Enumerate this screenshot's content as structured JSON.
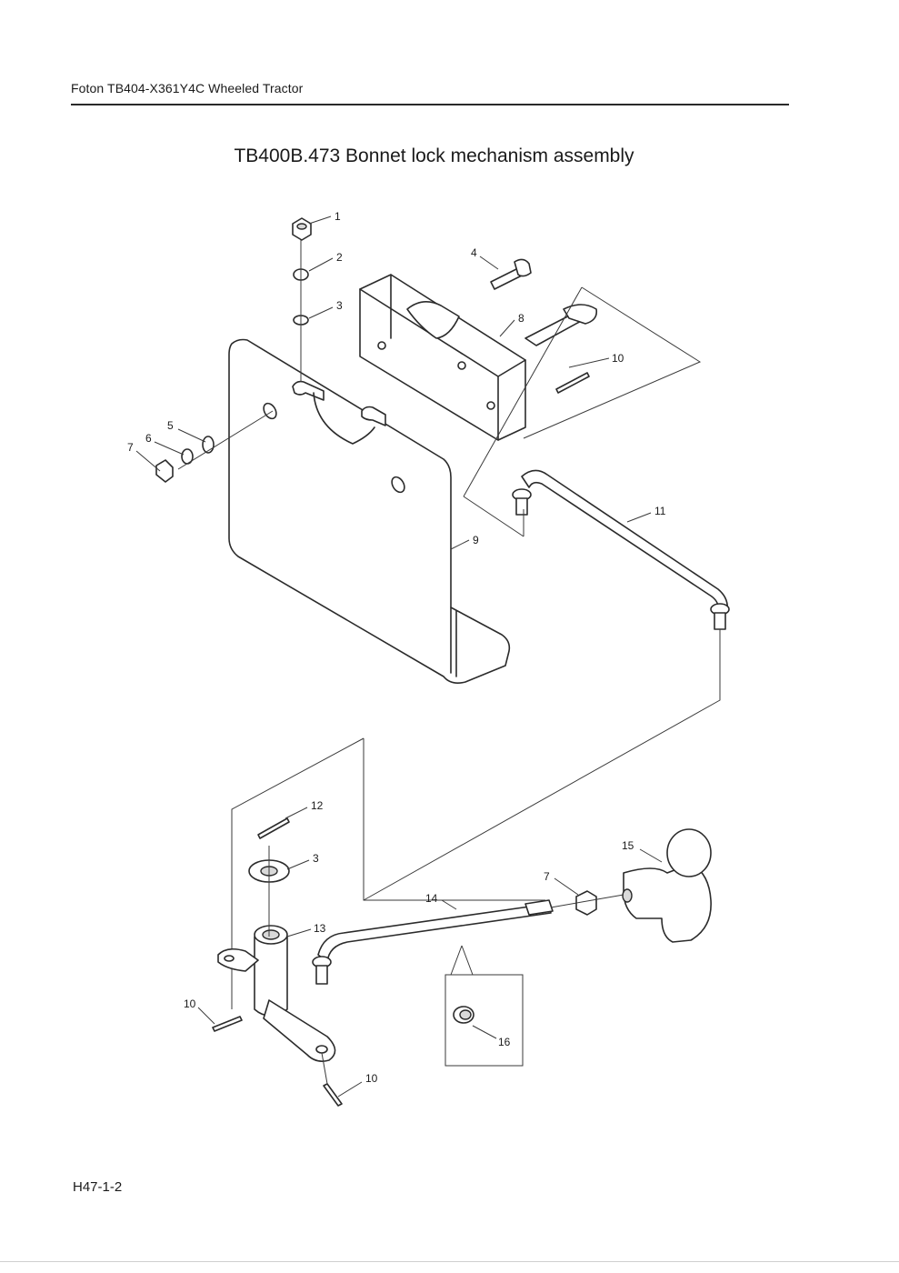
{
  "header": {
    "text": "Foton TB404-X361Y4C Wheeled Tractor"
  },
  "title": "TB400B.473  Bonnet lock mechanism assembly",
  "footer": {
    "code": "H47-1-2"
  },
  "callouts": {
    "c1": "1",
    "c2": "2",
    "c3a": "3",
    "c4": "4",
    "c5": "5",
    "c6": "6",
    "c7a": "7",
    "c8": "8",
    "c9": "9",
    "c10a": "10",
    "c11": "11",
    "c12": "12",
    "c3b": "3",
    "c13": "13",
    "c14": "14",
    "c15": "15",
    "c7b": "7",
    "c10b": "10",
    "c10c": "10",
    "c16": "16"
  }
}
